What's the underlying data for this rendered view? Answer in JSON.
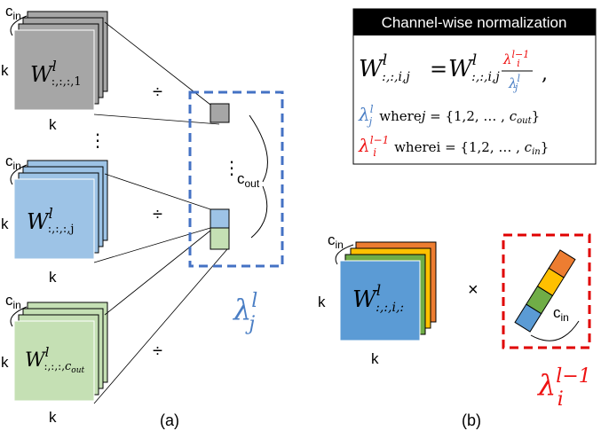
{
  "colors": {
    "gray_fill": "#a6a6a6",
    "blue_fill": "#9dc3e6",
    "green_fill": "#c5e0b4",
    "blue_deep": "#5b9bd5",
    "dashed_blue": "#4472c4",
    "dashed_red": "#e00000",
    "lambda_blue": "#4a7ec4",
    "lambda_red": "#ee1111",
    "orange": "#ed7d31",
    "yellow": "#ffc000",
    "green_ch": "#70ad47",
    "box_header": "#000000"
  },
  "labels": {
    "cin": "c",
    "cin_sub": "in",
    "k": "k",
    "divide": "÷",
    "vdots": "⋮",
    "cout": "c",
    "cout_sub": "out",
    "times": "×",
    "panel_a": "(a)",
    "panel_b": "(b)"
  },
  "stacks": {
    "W1": {
      "W": "W",
      "sup": "l",
      "sub": ":,:,:,1"
    },
    "Wj": {
      "W": "W",
      "sup": "l",
      "sub": ":,:,:,j"
    },
    "Wout": {
      "W": "W",
      "sup": "l",
      "sub": ":,:,:,",
      "sub2": "c",
      "sub2b": "out"
    },
    "Wb": {
      "W": "W",
      "sup": "l",
      "sub": ":,:,i,:"
    }
  },
  "lambda_j": {
    "sym": "λ",
    "sup": "l",
    "sub": "j"
  },
  "lambda_i": {
    "sym": "λ",
    "sup": "l−1",
    "sub": "i"
  },
  "formula_box": {
    "title": "Channel-wise normalization",
    "lhs_sub": ":,:,i,j",
    "equals": "=",
    "rhs_sub": ":,:,i,j",
    "comma": ",",
    "line2_prefix": "where",
    "line2_var": "j",
    "line2_set": " = {1,2, … , ",
    "line2_end_var": "c",
    "line2_end_sub": "out",
    "line2_close": "}",
    "line3_prefix": "where",
    "line3_var": "i",
    "line3_set": " = {1,2, … , ",
    "line3_end_var": "c",
    "line3_end_sub": "in",
    "line3_close": "}"
  }
}
